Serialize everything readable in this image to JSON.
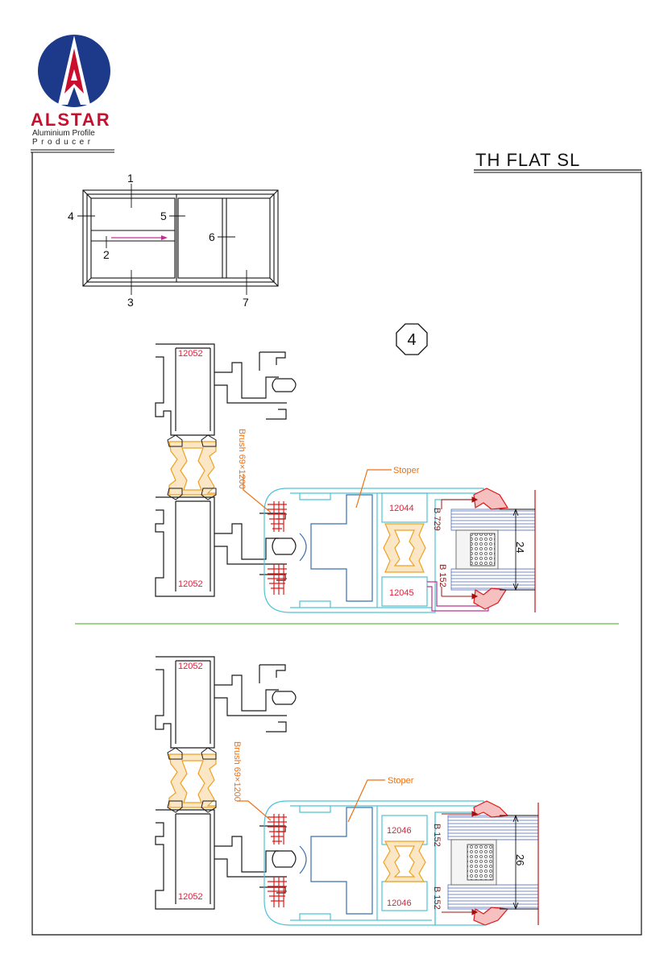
{
  "brand": {
    "name": "ALSTAR",
    "subtitle_line1": "Aluminium Profile",
    "subtitle_line2": "Producer"
  },
  "title": "TH FLAT SL",
  "detail_number": "4",
  "elevation": {
    "labels": [
      "1",
      "2",
      "3",
      "4",
      "5",
      "6",
      "7"
    ]
  },
  "section_top": {
    "profile_top": "12052",
    "profile_bottom": "12052",
    "brush_label": "Brush 69×1200",
    "stoper_label": "Stoper",
    "profile_upper": "12044",
    "profile_lower": "12045",
    "gasket_upper": "B 729",
    "gasket_lower": "B 152",
    "glass_dim": "24"
  },
  "section_bottom": {
    "profile_top": "12052",
    "profile_bottom": "12052",
    "brush_label": "Brush 69×1200",
    "stoper_label": "Stoper",
    "profile_upper": "12046",
    "profile_lower": "12046",
    "gasket_upper": "B 152",
    "gasket_lower": "B 152",
    "glass_dim": "26"
  },
  "colors": {
    "outline": "#1a1a1a",
    "profile_label": "#e0203a",
    "brush": "#e01818",
    "thermal_break": "#f0a020",
    "sash": "#4ec3d6",
    "stoper": "#3a6fb0",
    "callout": "#f07010",
    "divider": "#66bb44",
    "arrow": "#c03090",
    "glass": "#5570c0"
  }
}
